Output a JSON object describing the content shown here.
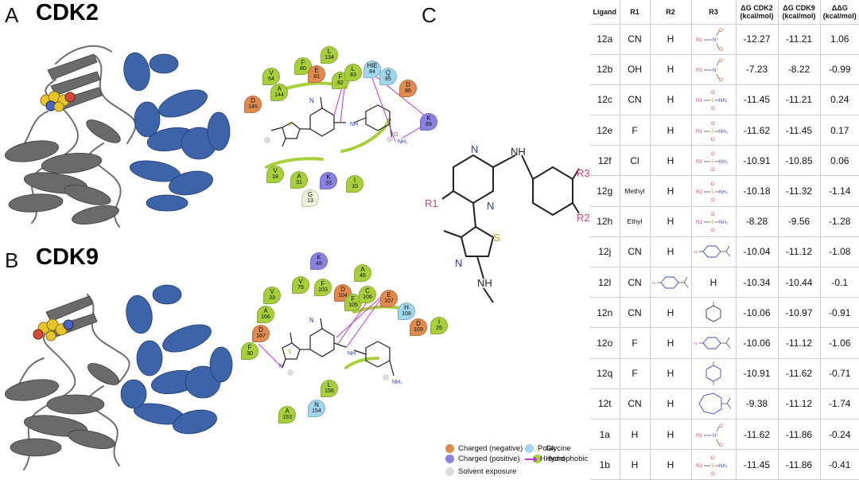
{
  "panels": {
    "a": {
      "letter": "A",
      "title": "CDK2"
    },
    "b": {
      "letter": "B",
      "title": "CDK9"
    },
    "c": {
      "letter": "C"
    }
  },
  "diagram_a": {
    "residues": [
      {
        "name": "V",
        "num": "64",
        "type": "hydrophobic"
      },
      {
        "name": "A",
        "num": "144",
        "type": "hydrophobic"
      },
      {
        "name": "D",
        "num": "145",
        "type": "negative"
      },
      {
        "name": "F",
        "num": "80",
        "type": "hydrophobic"
      },
      {
        "name": "L",
        "num": "134",
        "type": "hydrophobic"
      },
      {
        "name": "E",
        "num": "81",
        "type": "negative"
      },
      {
        "name": "F",
        "num": "82",
        "type": "hydrophobic"
      },
      {
        "name": "L",
        "num": "83",
        "type": "hydrophobic"
      },
      {
        "name": "HIE",
        "num": "84",
        "type": "polar"
      },
      {
        "name": "Q",
        "num": "85",
        "type": "polar"
      },
      {
        "name": "D",
        "num": "86",
        "type": "negative"
      },
      {
        "name": "K",
        "num": "89",
        "type": "positive"
      },
      {
        "name": "V",
        "num": "18",
        "type": "hydrophobic"
      },
      {
        "name": "A",
        "num": "31",
        "type": "hydrophobic"
      },
      {
        "name": "K",
        "num": "33",
        "type": "positive"
      },
      {
        "name": "I",
        "num": "10",
        "type": "hydrophobic"
      },
      {
        "name": "G",
        "num": "13",
        "type": "glycine"
      }
    ]
  },
  "diagram_b": {
    "residues": [
      {
        "name": "K",
        "num": "48",
        "type": "positive"
      },
      {
        "name": "A",
        "num": "46",
        "type": "hydrophobic"
      },
      {
        "name": "V",
        "num": "79",
        "type": "hydrophobic"
      },
      {
        "name": "F",
        "num": "103",
        "type": "hydrophobic"
      },
      {
        "name": "D",
        "num": "104",
        "type": "negative"
      },
      {
        "name": "V",
        "num": "33",
        "type": "hydrophobic"
      },
      {
        "name": "A",
        "num": "166",
        "type": "hydrophobic"
      },
      {
        "name": "D",
        "num": "167",
        "type": "negative"
      },
      {
        "name": "F",
        "num": "30",
        "type": "hydrophobic"
      },
      {
        "name": "F",
        "num": "105",
        "type": "hydrophobic"
      },
      {
        "name": "C",
        "num": "106",
        "type": "hydrophobic"
      },
      {
        "name": "E",
        "num": "107",
        "type": "negative"
      },
      {
        "name": "H",
        "num": "108",
        "type": "polar"
      },
      {
        "name": "D",
        "num": "109",
        "type": "negative"
      },
      {
        "name": "I",
        "num": "25",
        "type": "hydrophobic"
      },
      {
        "name": "L",
        "num": "156",
        "type": "hydrophobic"
      },
      {
        "name": "N",
        "num": "154",
        "type": "polar"
      },
      {
        "name": "A",
        "num": "153",
        "type": "hydrophobic"
      }
    ]
  },
  "core_labels": {
    "n": "N",
    "nh": "NH",
    "s": "S",
    "r1": "R1",
    "r2": "R2",
    "r3": "R3"
  },
  "legend": {
    "negative": "Charged (negative)",
    "positive": "Charged (positive)",
    "solvent": "Solvent exposure",
    "glycine": "Glycine",
    "hydrophobic": "Hydrophobic",
    "polar": "Polar",
    "hbond": "H-bond"
  },
  "colors": {
    "negative": "#e08a4e",
    "positive": "#8a82e0",
    "glycine": "#eef3d8",
    "hydrophobic": "#a7cf3c",
    "polar": "#9fd6ee",
    "solvent": "#dcdcdc",
    "hbond": "#c03ad0",
    "helix_blue": "#3d64a8",
    "grey_protein": "#6e6e6e",
    "r3_label": "#d1447a"
  },
  "table": {
    "headers": [
      "Ligand",
      "R1",
      "R2",
      "R3",
      "ΔG CDK2 (kcal/mol)",
      "ΔG CDK9 (kcal/mol)",
      "ΔΔG (kcal/mol)"
    ],
    "rows": [
      {
        "ligand": "12a",
        "r1": "CN",
        "r2": "H",
        "r3": "nitro",
        "dg2": "-12.27",
        "dg9": "-11.21",
        "ddg": "1.06"
      },
      {
        "ligand": "12b",
        "r1": "OH",
        "r2": "H",
        "r3": "nitro",
        "dg2": "-7.23",
        "dg9": "-8.22",
        "ddg": "-0.99"
      },
      {
        "ligand": "12c",
        "r1": "CN",
        "r2": "H",
        "r3": "sulfonamide",
        "dg2": "-11.45",
        "dg9": "-11.21",
        "ddg": "0.24"
      },
      {
        "ligand": "12e",
        "r1": "F",
        "r2": "H",
        "r3": "sulfonamide",
        "dg2": "-11.62",
        "dg9": "-11.45",
        "ddg": "0.17"
      },
      {
        "ligand": "12f",
        "r1": "Cl",
        "r2": "H",
        "r3": "sulfonamide",
        "dg2": "-10.91",
        "dg9": "-10.85",
        "ddg": "0.06"
      },
      {
        "ligand": "12g",
        "r1": "Methyl",
        "r2": "H",
        "r3": "sulfonamide",
        "dg2": "-10.18",
        "dg9": "-11.32",
        "ddg": "-1.14"
      },
      {
        "ligand": "12h",
        "r1": "Ethyl",
        "r2": "H",
        "r3": "sulfonamide",
        "dg2": "-8.28",
        "dg9": "-9.56",
        "ddg": "-1.28"
      },
      {
        "ligand": "12j",
        "r1": "CN",
        "r2": "H",
        "r3": "acetylpiperazine",
        "dg2": "-10.04",
        "dg9": "-11.12",
        "ddg": "-1.08"
      },
      {
        "ligand": "12l",
        "r1": "CN",
        "r2": "acetylpiperazine",
        "r3": "H",
        "dg2": "-10.34",
        "dg9": "-10.44",
        "ddg": "-0.1"
      },
      {
        "ligand": "12n",
        "r1": "CN",
        "r2": "H",
        "r3": "piperidine",
        "dg2": "-10.06",
        "dg9": "-10.97",
        "ddg": "-0.91"
      },
      {
        "ligand": "12o",
        "r1": "F",
        "r2": "H",
        "r3": "acetylpiperazine",
        "dg2": "-10.06",
        "dg9": "-11.12",
        "ddg": "-1.06"
      },
      {
        "ligand": "12q",
        "r1": "F",
        "r2": "H",
        "r3": "morpholine",
        "dg2": "-10.91",
        "dg9": "-11.62",
        "ddg": "-0.71"
      },
      {
        "ligand": "12t",
        "r1": "CN",
        "r2": "H",
        "r3": "acetyldiazepane",
        "dg2": "-9.38",
        "dg9": "-11.12",
        "ddg": "-1.74"
      },
      {
        "ligand": "1a",
        "r1": "H",
        "r2": "H",
        "r3": "nitro",
        "dg2": "-11.62",
        "dg9": "-11.86",
        "ddg": "-0.24"
      },
      {
        "ligand": "1b",
        "r1": "H",
        "r2": "H",
        "r3": "sulfonamide",
        "dg2": "-11.45",
        "dg9": "-11.86",
        "ddg": "-0.41"
      }
    ]
  }
}
